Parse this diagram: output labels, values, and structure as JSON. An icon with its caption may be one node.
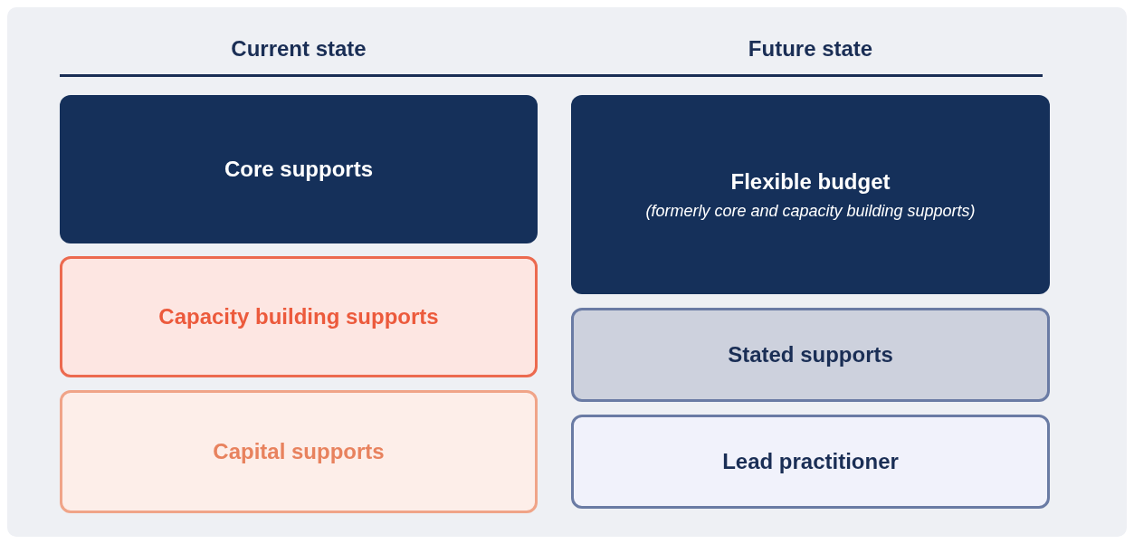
{
  "diagram": {
    "nodes": [
      {
        "text": [
          "Core supports"
        ]
      },
      {
        "text": [
          "Capacity building supports"
        ]
      },
      {
        "text": [
          "Capital supports"
        ]
      },
      {
        "text": [
          "Flexible budget",
          "(formerly core and capacity building supports)"
        ]
      },
      {
        "text": [
          "Stated supports"
        ]
      },
      {
        "text": [
          "Lead practitioner"
        ]
      }
    ],
    "labels": [
      "Current state",
      "Future state"
    ]
  }
}
